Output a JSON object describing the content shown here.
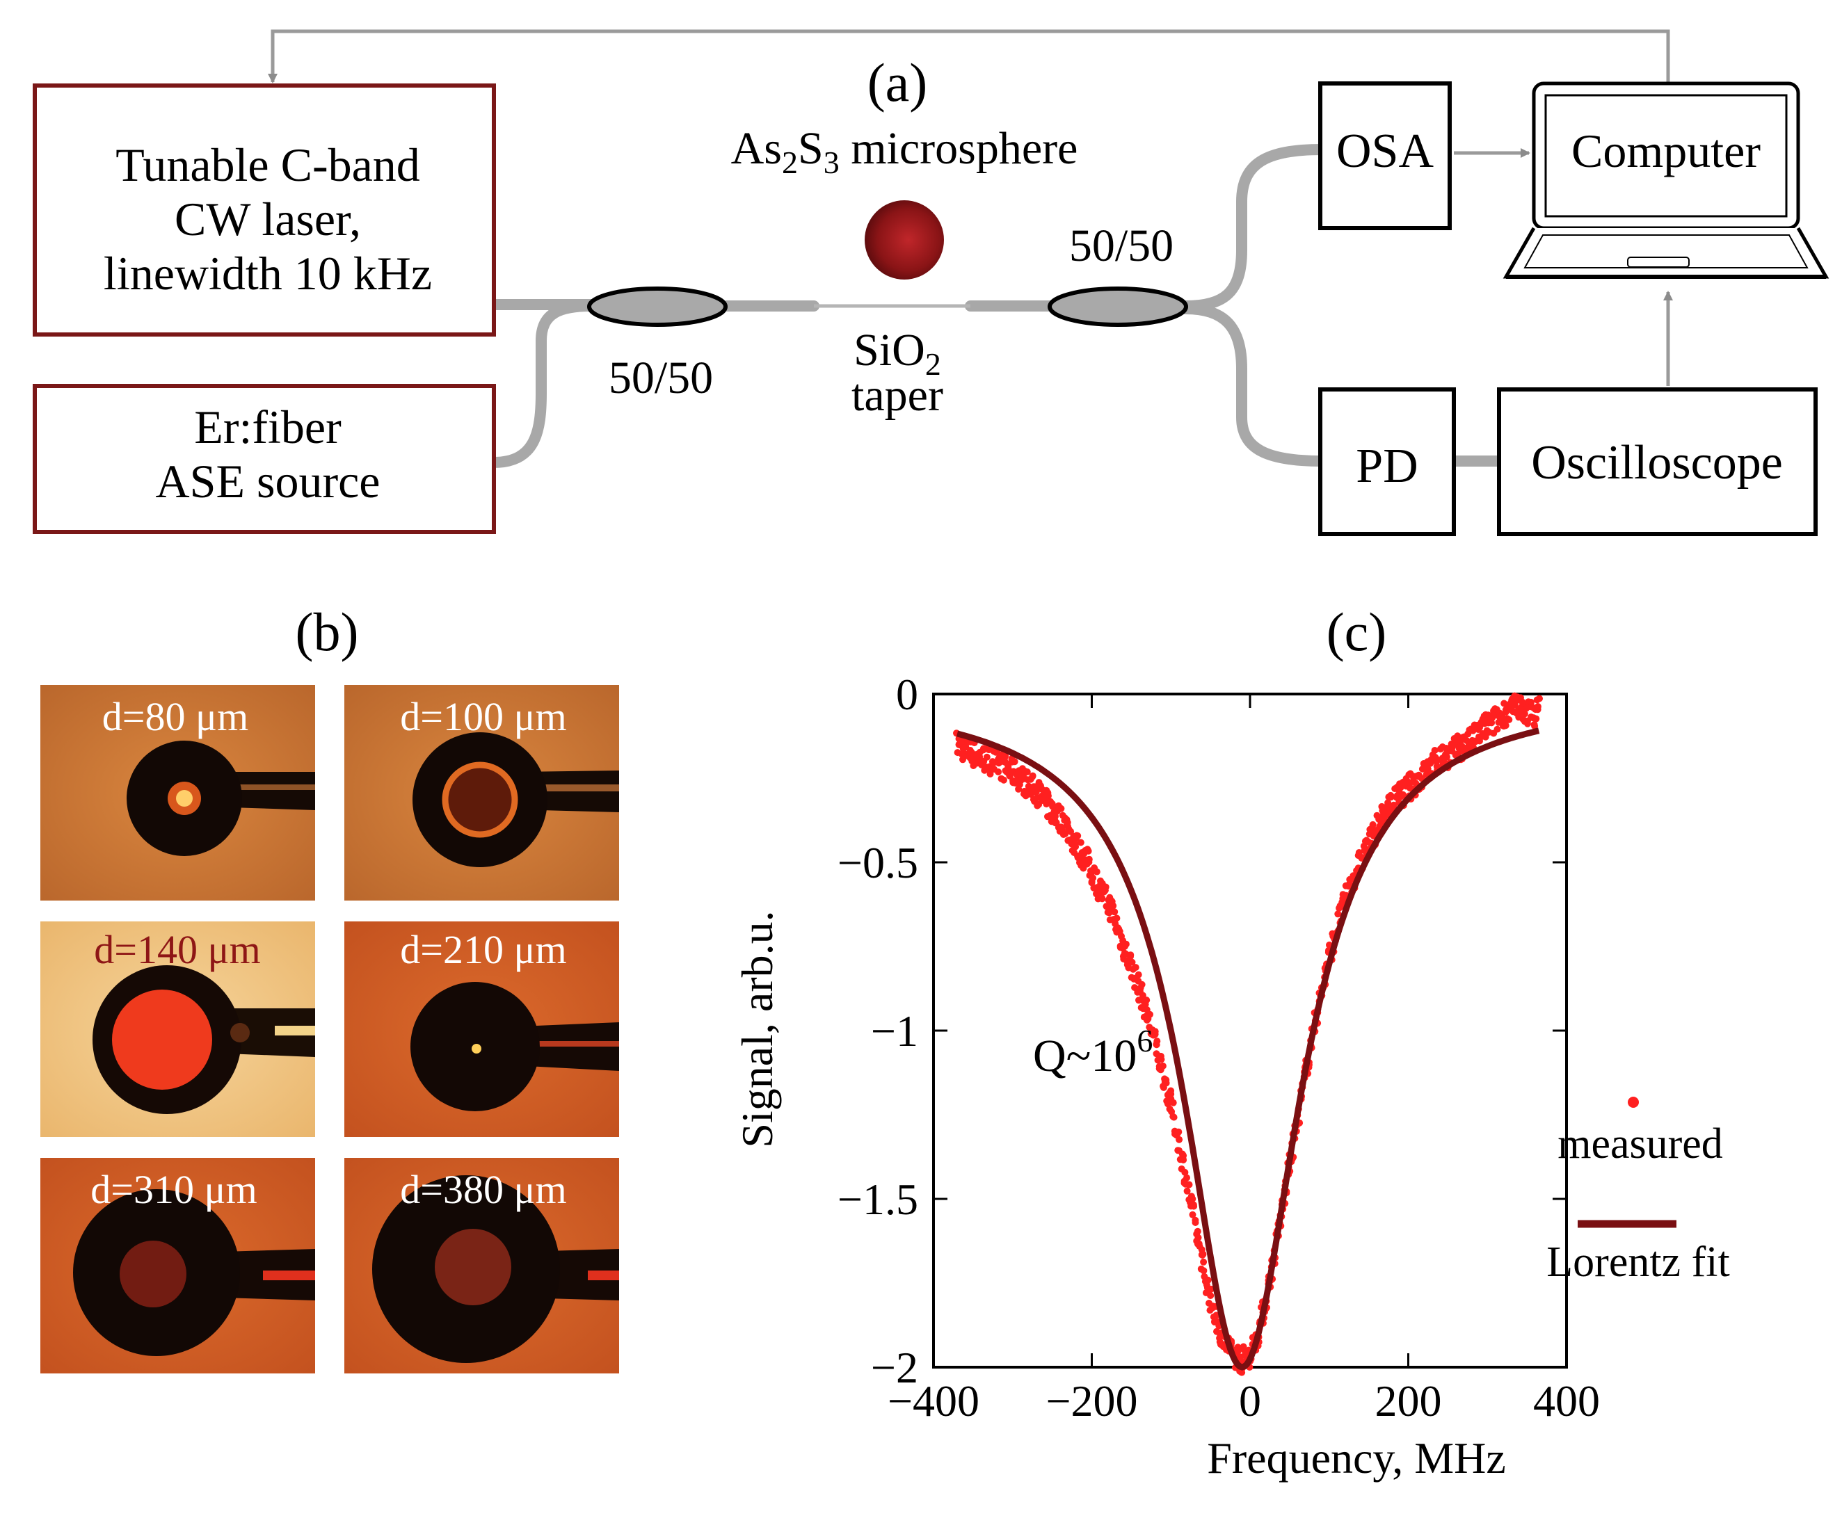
{
  "panel_a": {
    "label": "(a)",
    "laser": {
      "line1": "Tunable C-band",
      "line2": "CW laser,",
      "line3": "linewidth 10 kHz"
    },
    "ase": {
      "line1": "Er:fiber",
      "line2": "ASE source"
    },
    "coupler_left_label": "50/50",
    "coupler_right_label": "50/50",
    "microsphere": {
      "part1": "As",
      "sub1": "2",
      "part2": "S",
      "sub2": "3",
      "part3": " microsphere"
    },
    "taper": {
      "part1": "SiO",
      "sub1": "2",
      "line2": "taper"
    },
    "osa": "OSA",
    "pd": "PD",
    "computer": "Computer",
    "oscilloscope": "Oscilloscope"
  },
  "panel_b": {
    "label": "(b)",
    "images": [
      {
        "label": "d=80 μm"
      },
      {
        "label": "d=100 μm"
      },
      {
        "label": "d=140 μm"
      },
      {
        "label": "d=210 μm"
      },
      {
        "label": "d=310 μm"
      },
      {
        "label": "d=380 μm"
      }
    ]
  },
  "panel_c": {
    "label": "(c)",
    "q_text": "Q~10",
    "q_exp": "6"
  },
  "chart_data": {
    "type": "scatter",
    "xlabel": "Frequency, MHz",
    "ylabel": "Signal, arb.u.",
    "xlim": [
      -400,
      400
    ],
    "ylim": [
      -2,
      0
    ],
    "xticks": [
      "−400",
      "−200",
      "0",
      "200",
      "400"
    ],
    "yticks": [
      "0",
      "−0.5",
      "−1",
      "−1.5",
      "−2"
    ],
    "legend_position": "bottom-right",
    "series": [
      {
        "name": "measured",
        "kind": "points",
        "color": "#ff2020",
        "x": [
          -370,
          -355,
          -340,
          -325,
          -310,
          -295,
          -280,
          -265,
          -250,
          -235,
          -220,
          -205,
          -190,
          -175,
          -160,
          -145,
          -130,
          -115,
          -100,
          -90,
          -80,
          -70,
          -60,
          -50,
          -40,
          -30,
          -20,
          -10,
          0,
          10,
          20,
          30,
          40,
          50,
          60,
          70,
          80,
          90,
          100,
          115,
          130,
          145,
          160,
          175,
          190,
          205,
          220,
          235,
          250,
          265,
          280,
          295,
          310,
          325,
          340,
          355,
          365
        ],
        "y": [
          -0.15,
          -0.17,
          -0.19,
          -0.2,
          -0.22,
          -0.24,
          -0.27,
          -0.3,
          -0.35,
          -0.38,
          -0.45,
          -0.5,
          -0.58,
          -0.64,
          -0.75,
          -0.84,
          -0.95,
          -1.08,
          -1.22,
          -1.33,
          -1.45,
          -1.57,
          -1.69,
          -1.8,
          -1.88,
          -1.93,
          -1.96,
          -1.98,
          -1.96,
          -1.9,
          -1.8,
          -1.68,
          -1.54,
          -1.4,
          -1.27,
          -1.13,
          -1.0,
          -0.89,
          -0.78,
          -0.65,
          -0.55,
          -0.47,
          -0.4,
          -0.34,
          -0.3,
          -0.27,
          -0.24,
          -0.2,
          -0.18,
          -0.16,
          -0.14,
          -0.1,
          -0.08,
          -0.05,
          -0.04,
          -0.06,
          -0.05
        ]
      },
      {
        "name": "Lorentz fit",
        "kind": "line",
        "color": "#7a0f12",
        "model": "lorentzian",
        "center": -10,
        "depth": 2.0,
        "hwhm": 90,
        "x_range": [
          -370,
          365
        ]
      }
    ]
  }
}
